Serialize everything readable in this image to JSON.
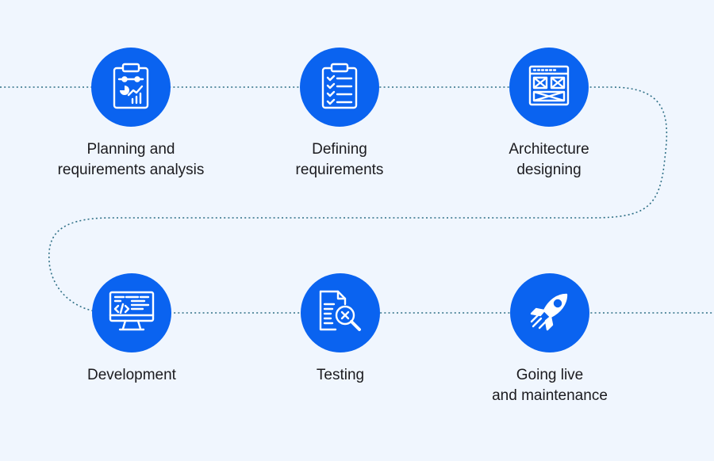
{
  "colors": {
    "background": "#f0f6fe",
    "accent": "#0a63f0",
    "connector": "#2e6f86",
    "icon": "#ffffff",
    "text": "#1b1b1f"
  },
  "steps": [
    {
      "icon": "clipboard-chart-icon",
      "label": [
        "Planning and",
        "requirements analysis"
      ]
    },
    {
      "icon": "checklist-icon",
      "label": [
        "Defining",
        "requirements"
      ]
    },
    {
      "icon": "browser-wireframe-icon",
      "label": [
        "Architecture",
        "designing"
      ]
    },
    {
      "icon": "monitor-code-icon",
      "label": [
        "Development"
      ]
    },
    {
      "icon": "document-search-icon",
      "label": [
        "Testing"
      ]
    },
    {
      "icon": "rocket-icon",
      "label": [
        "Going live",
        "and maintenance"
      ]
    }
  ]
}
